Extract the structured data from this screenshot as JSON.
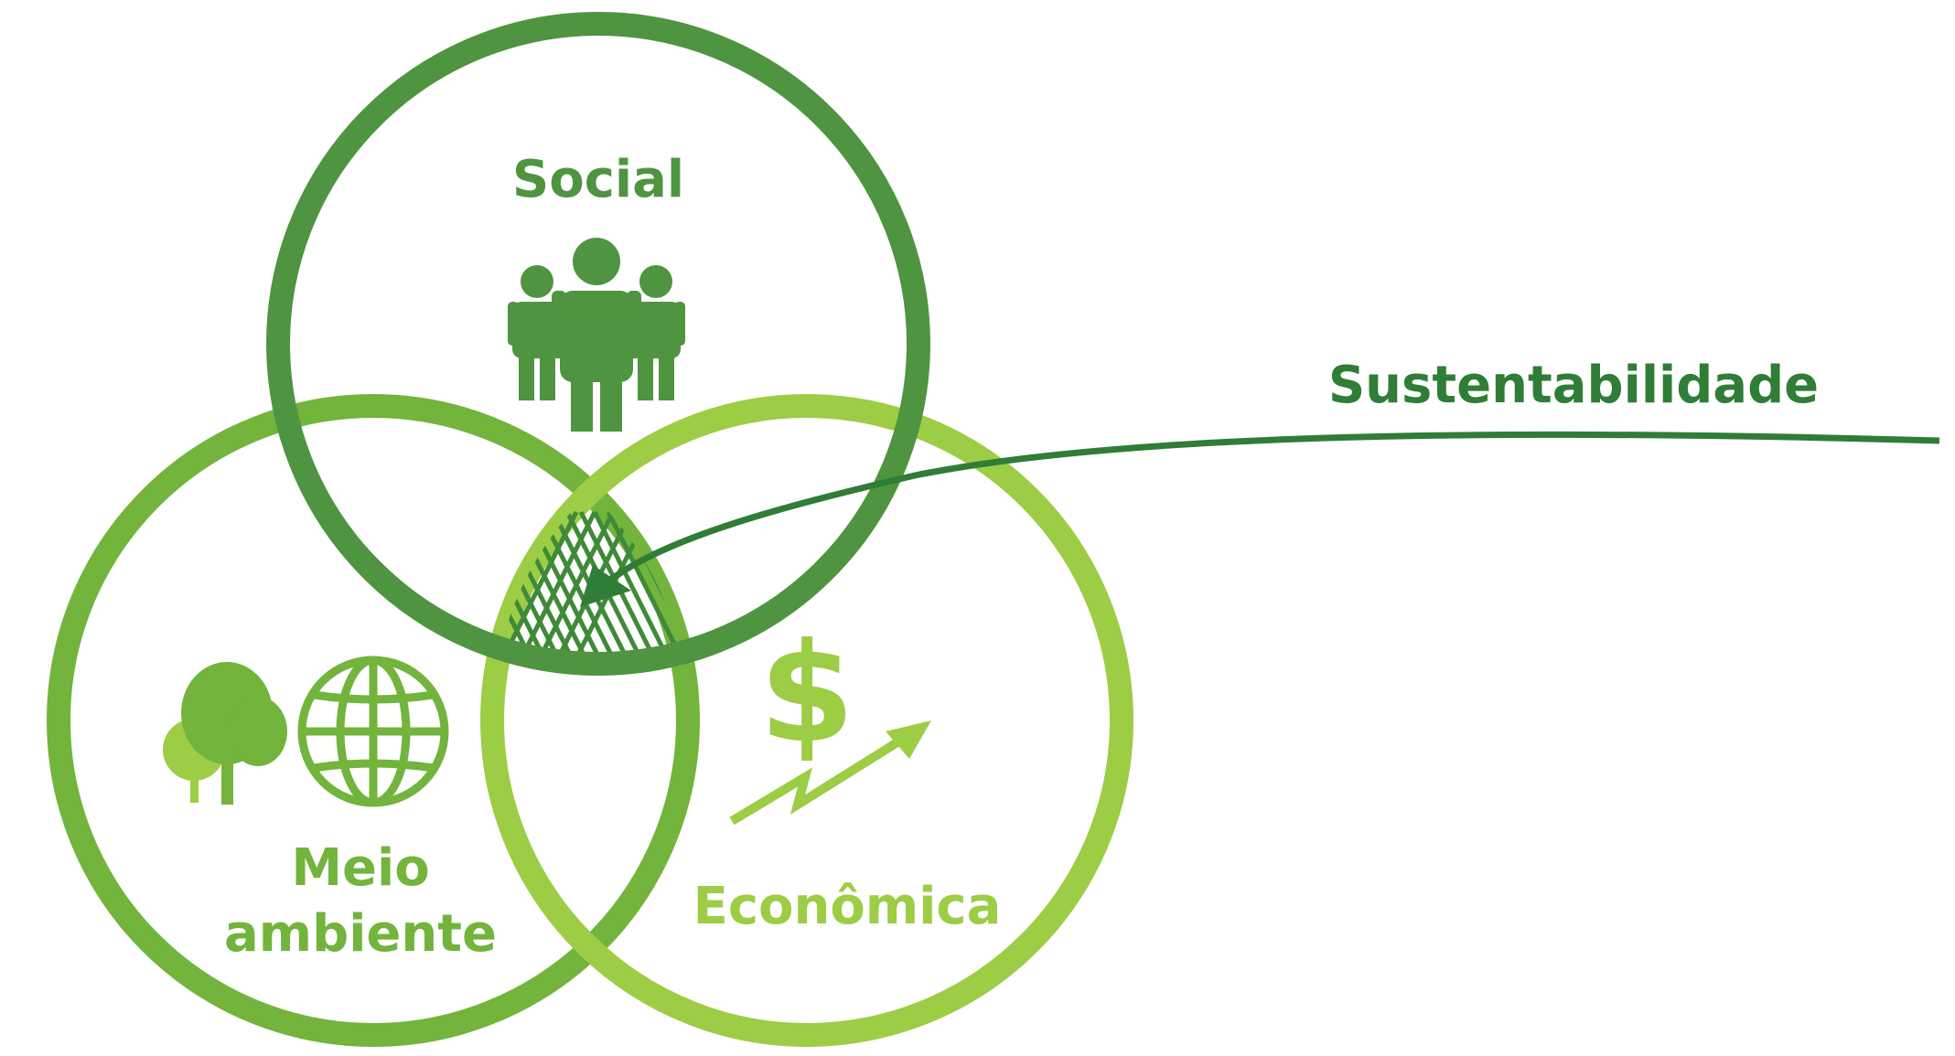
{
  "diagram": {
    "labels": {
      "social": "Social",
      "environment_line1": "Meio",
      "environment_line2": "ambiente",
      "economic": "Econômica",
      "sustainability": "Sustentabilidade"
    },
    "icons": {
      "social": "people-group-icon",
      "environment_trees": "trees-icon",
      "environment_globe": "globe-icon",
      "economic_dollar": "dollar-sign-icon",
      "economic_growth": "growth-arrow-icon"
    },
    "colors": {
      "social": "#4f9440",
      "environment": "#72b43c",
      "economic": "#9ccd45",
      "sustainability": "#2f7d36",
      "hatch": "#3f8a38"
    }
  }
}
